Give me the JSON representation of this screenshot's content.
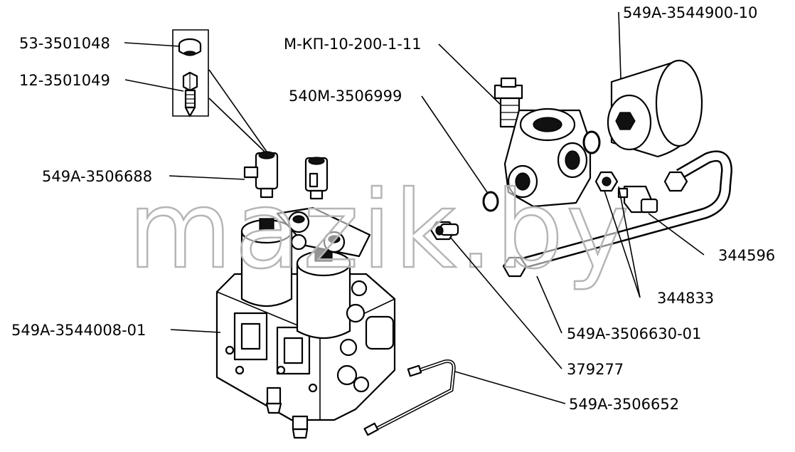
{
  "watermark": "mazik.by",
  "labels": {
    "l_53_3501048": "53-3501048",
    "l_12_3501049": "12-3501049",
    "l_549a_3506688": "549A-3506688",
    "l_549a_3544008_01": "549A-3544008-01",
    "l_mkp": "М-КП-10-200-1-11",
    "l_540m_3506999": "540M-3506999",
    "l_549a_3544900_10": "549A-3544900-10",
    "l_344596": "344596",
    "l_344833": "344833",
    "l_549a_3506630_01": "549A-3506630-01",
    "l_379277": "379277",
    "l_549a_3506652": "549A-3506652"
  }
}
